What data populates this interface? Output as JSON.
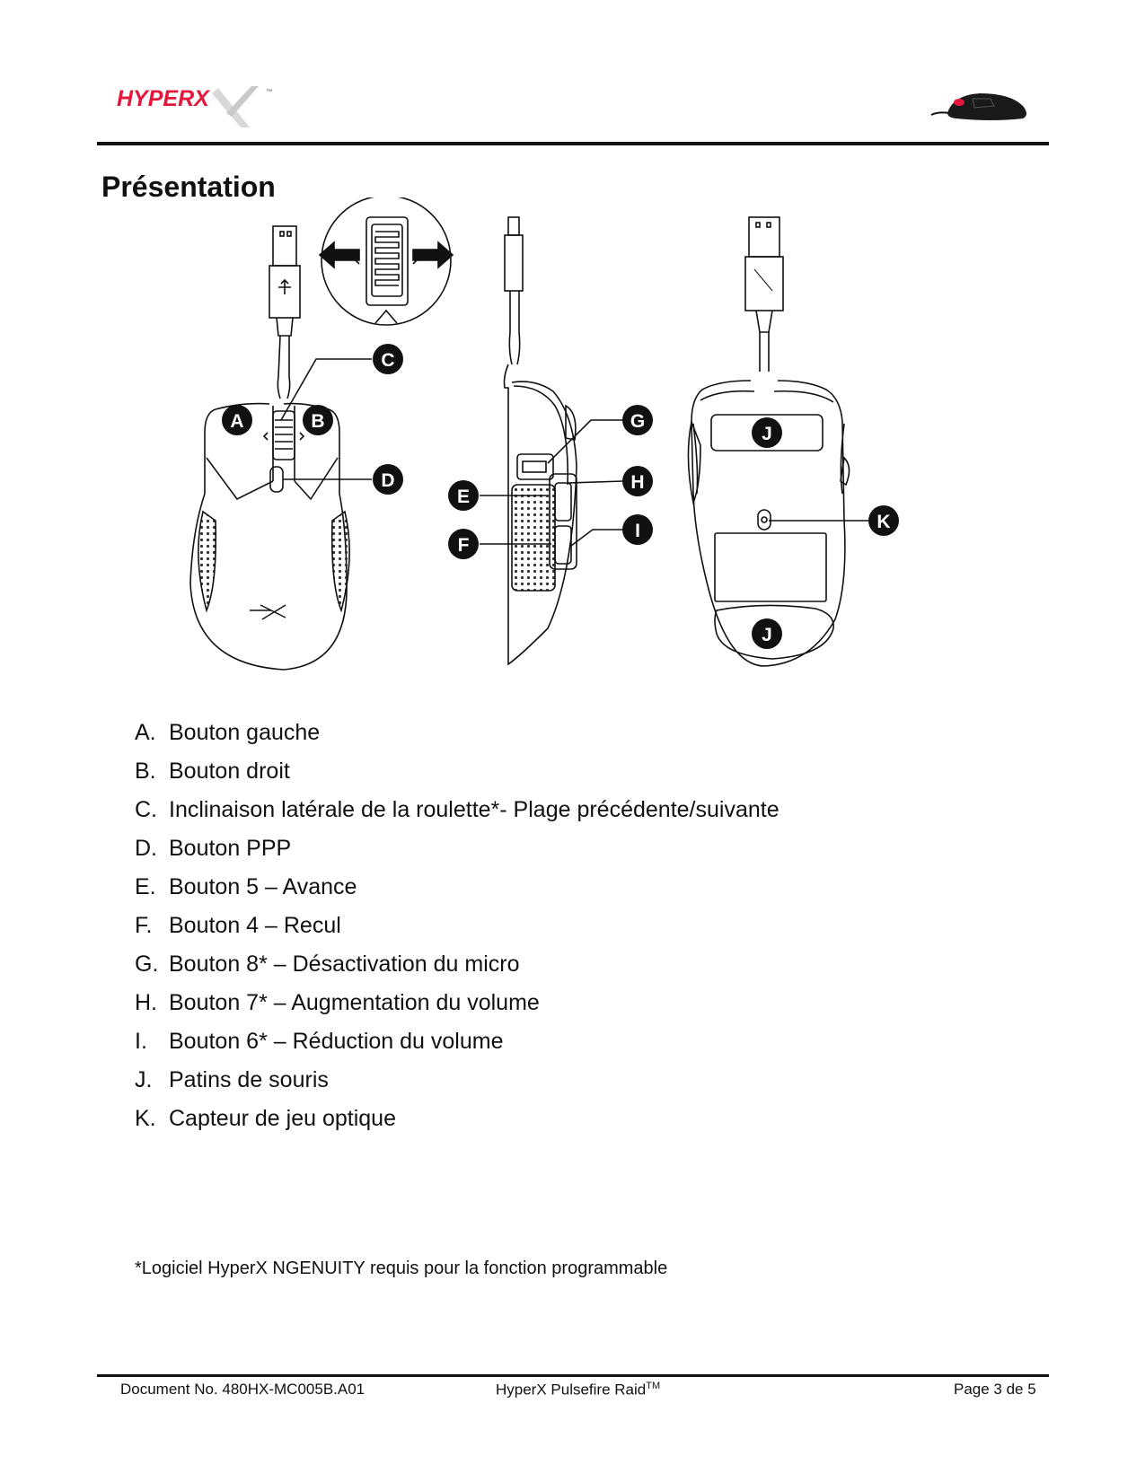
{
  "header": {
    "logo_text": "HYPERX",
    "trademark": "™"
  },
  "page_title": "Présentation",
  "diagram": {
    "callouts": [
      "A",
      "B",
      "C",
      "D",
      "E",
      "F",
      "G",
      "H",
      "I",
      "J",
      "J",
      "K"
    ]
  },
  "legend": [
    {
      "letter": "A.",
      "text": "Bouton gauche"
    },
    {
      "letter": "B.",
      "text": "Bouton droit"
    },
    {
      "letter": "C.",
      "text": "Inclinaison latérale de la roulette*- Plage précédente/suivante"
    },
    {
      "letter": "D.",
      "text": "Bouton PPP"
    },
    {
      "letter": "E.",
      "text": "Bouton 5 – Avance"
    },
    {
      "letter": "F.",
      "text": "Bouton 4 – Recul"
    },
    {
      "letter": "G.",
      "text": "Bouton 8* – Désactivation du micro"
    },
    {
      "letter": "H.",
      "text": "Bouton 7* – Augmentation du volume"
    },
    {
      "letter": "I.",
      "text": "Bouton 6* – Réduction du volume"
    },
    {
      "letter": "J.",
      "text": "Patins de souris"
    },
    {
      "letter": "K.",
      "text": "Capteur de jeu optique"
    }
  ],
  "footnote": "*Logiciel HyperX NGENUITY requis pour la fonction programmable",
  "footer": {
    "document_no": "Document No. 480HX-MC005B.A01",
    "product": "HyperX Pulsefire Raid",
    "product_tm": "TM",
    "page": "Page 3 de 5"
  },
  "colors": {
    "brand_red": "#e3183c",
    "rule": "#111111"
  }
}
